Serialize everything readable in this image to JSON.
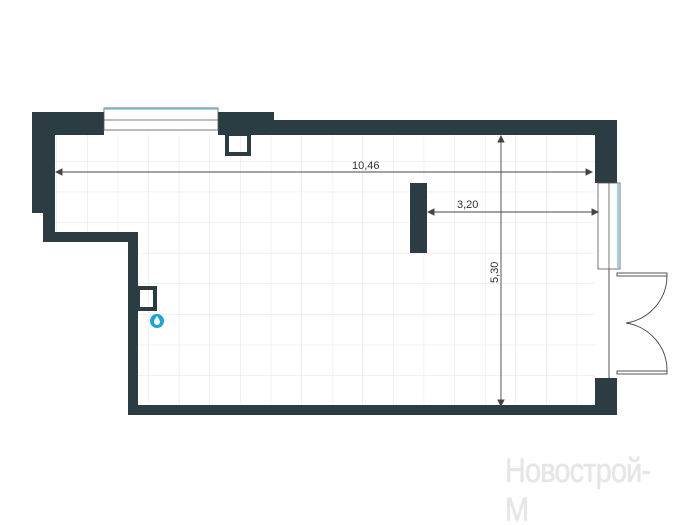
{
  "plan": {
    "dimensions": {
      "length": "10,46",
      "partial_width": "3,20",
      "width": "5,30"
    },
    "watermark": "Новострой-М",
    "colors": {
      "wall": "#2b3c43",
      "grid": "#e2e4e6",
      "window": "#7cc3e6",
      "water": "#1fa2dd",
      "dim_line": "#444444"
    },
    "icons": [
      "water-drop-icon"
    ]
  }
}
